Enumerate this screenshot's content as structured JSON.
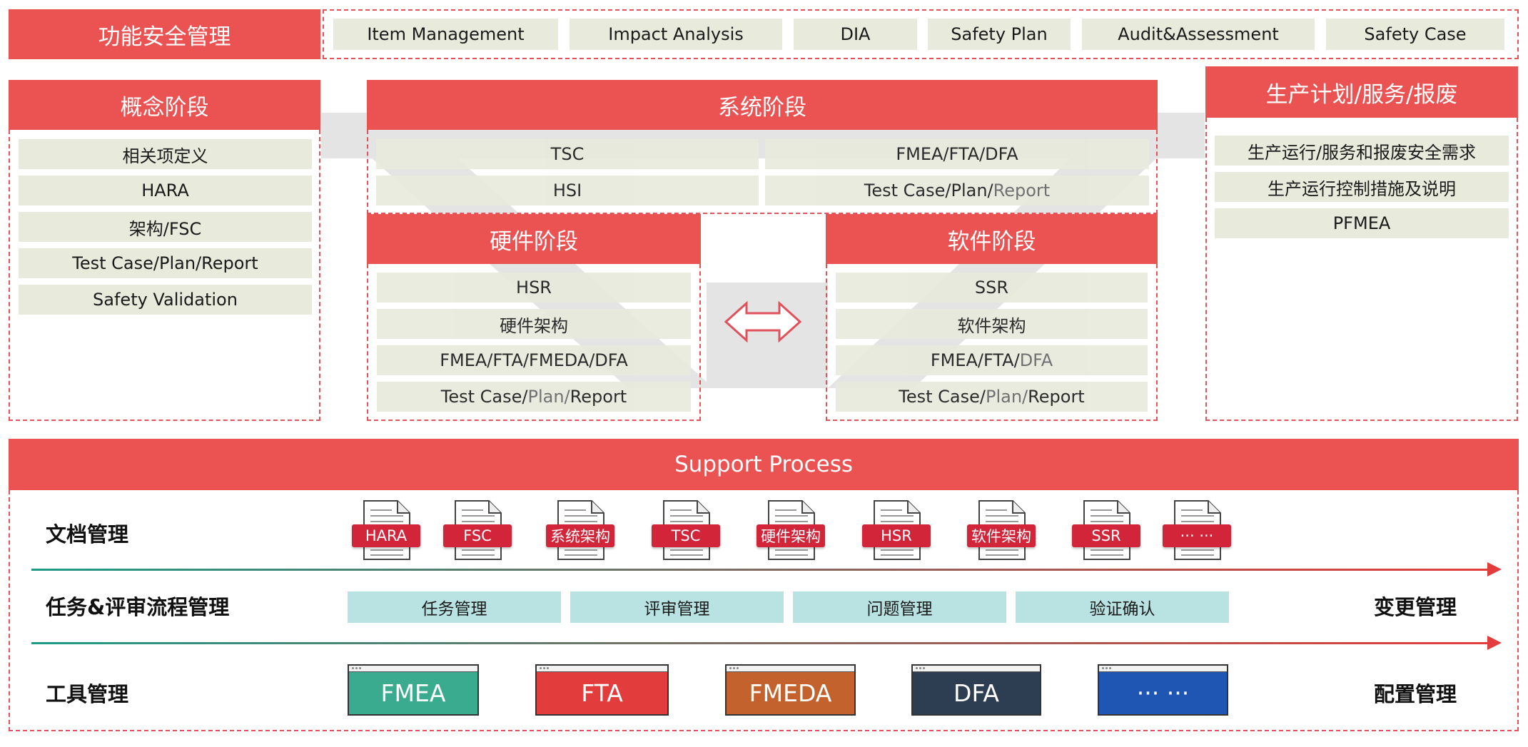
{
  "top": {
    "title": "功能安全管理",
    "nav": [
      "Item Management",
      "Impact Analysis",
      "DIA",
      "Safety Plan",
      "Audit&Assessment",
      "Safety Case"
    ]
  },
  "concept": {
    "title": "概念阶段",
    "items": [
      "相关项定义",
      "HARA",
      "架构/FSC",
      "Test Case/Plan/Report",
      "Safety Validation"
    ]
  },
  "system": {
    "title": "系统阶段",
    "items": [
      "TSC",
      "FMEA/FTA/DFA",
      "HSI"
    ],
    "test_main": "Test Case/Plan/",
    "test_tail": "Report"
  },
  "hardware": {
    "title": "硬件阶段",
    "items": [
      "HSR",
      "硬件架构",
      "FMEA/FTA/FMEDA/DFA"
    ],
    "test_a": "Test Case/",
    "test_b": "Plan/",
    "test_c": "Report"
  },
  "software": {
    "title": "软件阶段",
    "items": [
      "SSR",
      "软件架构"
    ],
    "fmea_main": "FMEA/FTA/",
    "fmea_tail": "DFA",
    "test_a": "Test Case/",
    "test_b": "Plan/",
    "test_c": "Report"
  },
  "production": {
    "title": "生产计划/服务/报废",
    "items": [
      "生产运行/服务和报废安全需求",
      "生产运行控制措施及说明",
      "PFMEA"
    ]
  },
  "support": {
    "title": "Support Process",
    "rows": [
      "文档管理",
      "任务&评审流程管理",
      "工具管理"
    ],
    "docs": [
      "HARA",
      "FSC",
      "系统架构",
      "TSC",
      "硬件架构",
      "HSR",
      "软件架构",
      "SSR",
      "··· ···"
    ],
    "tasks": [
      "任务管理",
      "评审管理",
      "问题管理",
      "验证确认"
    ],
    "tools": [
      {
        "label": "FMEA",
        "color": "#3aab8e"
      },
      {
        "label": "FTA",
        "color": "#e23c3c"
      },
      {
        "label": "FMEDA",
        "color": "#c4622d"
      },
      {
        "label": "DFA",
        "color": "#2e3e52"
      },
      {
        "label": "··· ···",
        "color": "#1f56b4"
      }
    ],
    "right_labels": [
      "变更管理",
      "配置管理"
    ]
  },
  "colors": {
    "accent": "#eb5353",
    "item_bg": "#e8eadc",
    "task_bg": "#b9e2e3",
    "doc_label": "#d3253a"
  }
}
